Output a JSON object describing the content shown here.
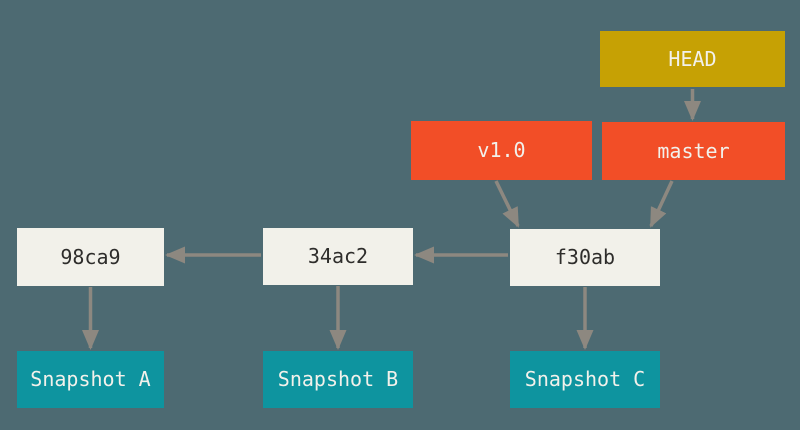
{
  "diagram": {
    "kind": "git-commit-history",
    "colors": {
      "background": "#4D6A72",
      "head_fill": "#C6A104",
      "ref_fill": "#F24E27",
      "commit_fill": "#F2F1EA",
      "snapshot_fill": "#0E949F",
      "arrow": "#8D8880",
      "commit_text": "#2E2D2B",
      "light_text": "#F2F1EB"
    },
    "head": {
      "label": "HEAD"
    },
    "tag": {
      "label": "v1.0"
    },
    "branch": {
      "label": "master"
    },
    "commits": [
      {
        "id": "98ca9",
        "snapshot": "Snapshot A"
      },
      {
        "id": "34ac2",
        "snapshot": "Snapshot B"
      },
      {
        "id": "f30ab",
        "snapshot": "Snapshot C"
      }
    ],
    "edges": [
      {
        "from": "HEAD",
        "to": "master"
      },
      {
        "from": "v1.0",
        "to": "f30ab"
      },
      {
        "from": "master",
        "to": "f30ab"
      },
      {
        "from": "f30ab",
        "to": "34ac2"
      },
      {
        "from": "34ac2",
        "to": "98ca9"
      },
      {
        "from": "98ca9",
        "to": "Snapshot A"
      },
      {
        "from": "34ac2",
        "to": "Snapshot B"
      },
      {
        "from": "f30ab",
        "to": "Snapshot C"
      }
    ]
  }
}
